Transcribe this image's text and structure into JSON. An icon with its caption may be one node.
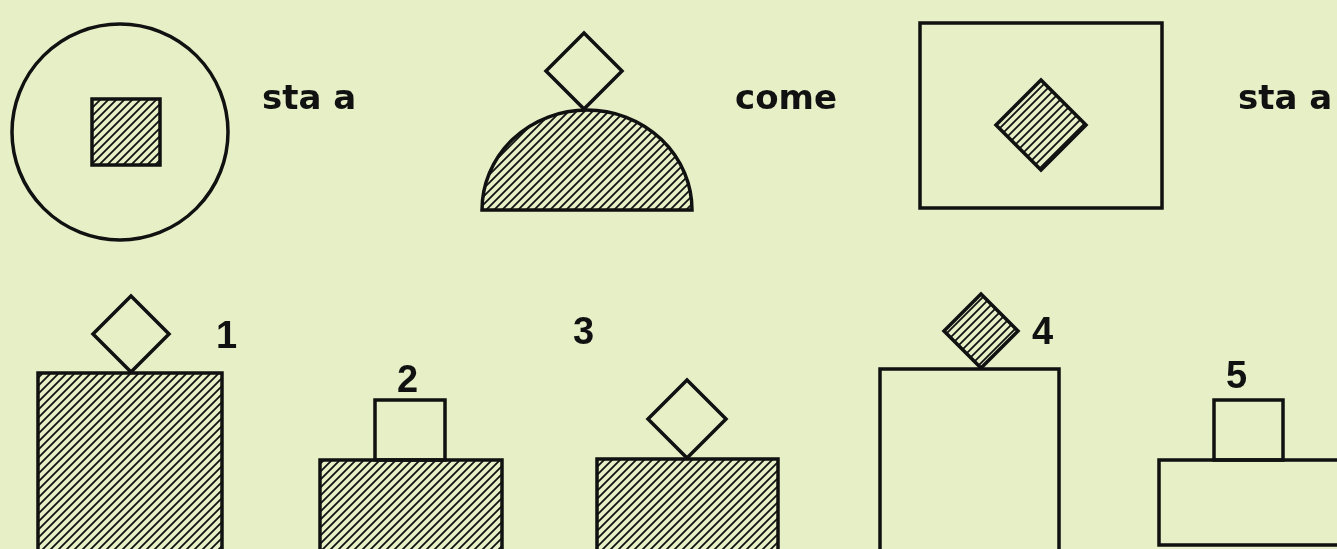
{
  "diagram": {
    "labels": [
      "sta a",
      "come",
      "sta a",
      "1",
      "2",
      "3",
      "4",
      "5"
    ]
  }
}
